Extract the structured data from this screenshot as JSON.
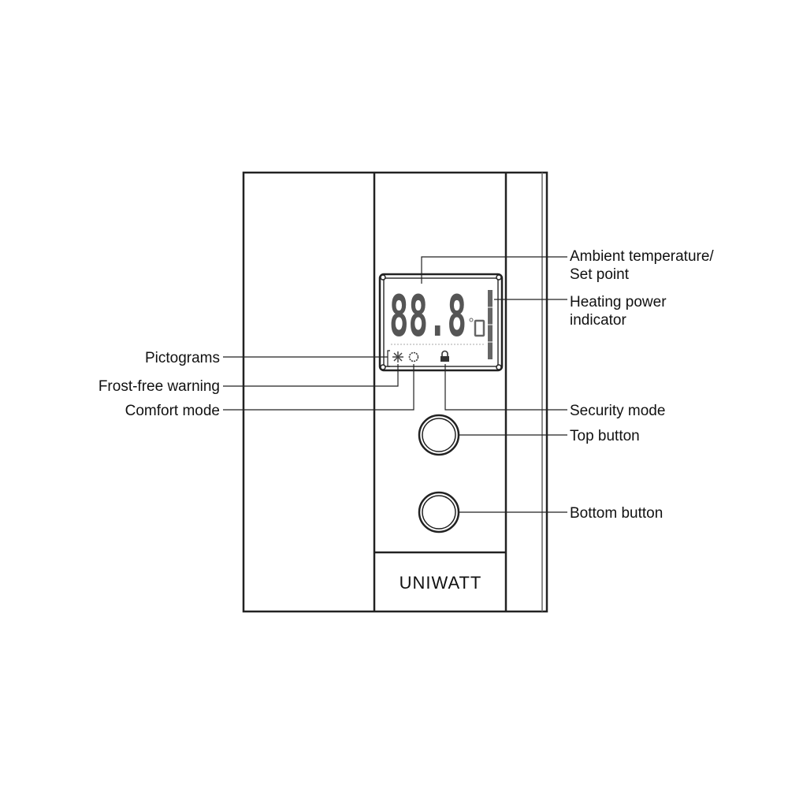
{
  "diagram": {
    "brand": "UNIWATT",
    "lcd": {
      "digits": "88.8",
      "unit": "°"
    },
    "labels": {
      "ambient_line1": "Ambient temperature/",
      "ambient_line2": "Set point",
      "heating_line1": "Heating power",
      "heating_line2": "indicator",
      "pictograms": "Pictograms",
      "frost_free": "Frost-free warning",
      "comfort": "Comfort mode",
      "security": "Security mode",
      "top_button": "Top button",
      "bottom_button": "Bottom button"
    }
  }
}
